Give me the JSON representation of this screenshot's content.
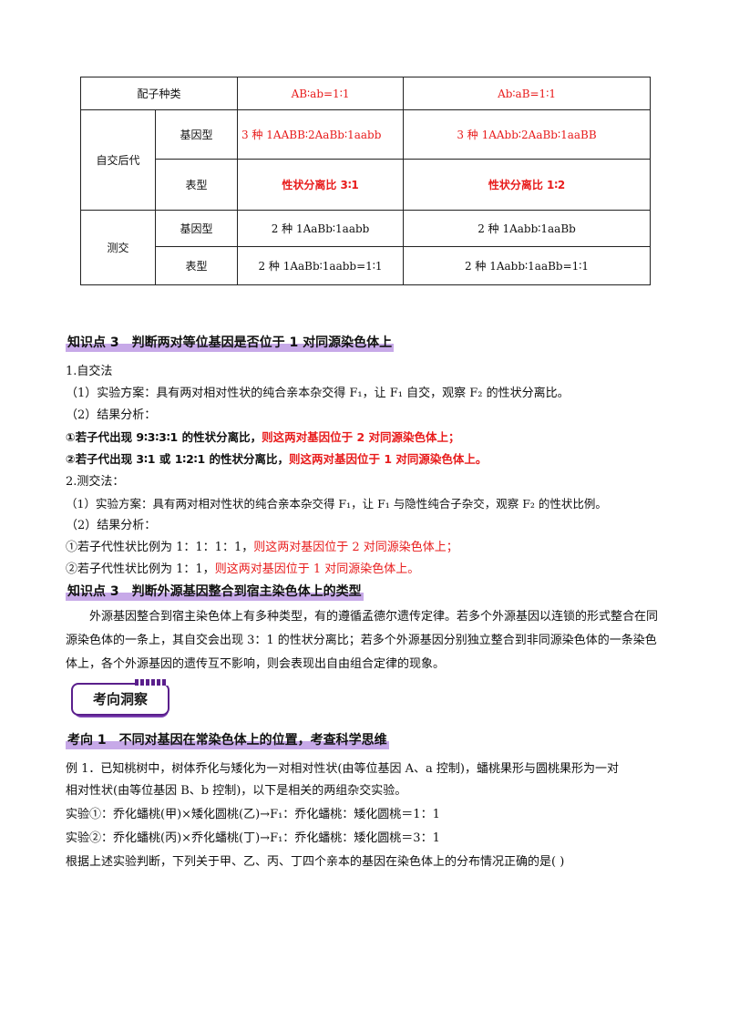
{
  "table": {
    "header": {
      "label": "配子种类",
      "col1": "AB∶ab=1∶1",
      "col2": "Ab∶aB=1∶1"
    },
    "group1": {
      "label": "自交后代",
      "rows": [
        {
          "label": "基因型",
          "col1": "3 种  1AABB∶2AaBb∶1aabb",
          "col2": "3 种  1AAbb∶2AaBb∶1aaBB"
        },
        {
          "label": "表型",
          "col1": "性状分离比 3∶1",
          "col2": "性状分离比 1∶2"
        }
      ]
    },
    "group2": {
      "label": "测交",
      "rows": [
        {
          "label": "基因型",
          "col1": "2 种    1AaBb∶1aabb",
          "col2": "2 种  1Aabb∶1aaBb"
        },
        {
          "label": "表型",
          "col1": "2 种  1AaBb∶1aabb=1∶1",
          "col2": "2 种  1Aabb∶1aaBb=1∶1"
        }
      ]
    }
  },
  "section3": {
    "num": "知识点 3",
    "title": "判断两对等位基因是否位于 1 对同源染色体上",
    "m1_title": "1.自交法",
    "m1_plan": "（1）实验方案：具有两对相对性状的纯合亲本杂交得 F₁，让 F₁ 自交，观察 F₂ 的性状分离比。",
    "m1_analysis": "（2）结果分析：",
    "m1_r1_black": "①若子代出现 9∶3∶3∶1 的性状分离比，",
    "m1_r1_red": "则这两对基因位于 2 对同源染色体上；",
    "m1_r2_black": "②若子代出现 3∶1 或 1∶2∶1 的性状分离比，",
    "m1_r2_red": "则这两对基因位于 1 对同源染色体上。",
    "m2_title": "2.测交法：",
    "m2_plan": "（1）实验方案：具有两对相对性状的纯合亲本杂交得 F₁，让 F₁ 与隐性纯合子杂交，观察 F₂ 的性状比例。",
    "m2_analysis": "（2）结果分析：",
    "m2_r1_black": "①若子代性状比例为 1：1：1：1，",
    "m2_r1_red": "则这两对基因位于 2 对同源染色体上；",
    "m2_r2_black": "②若子代性状比例为 1：1，",
    "m2_r2_red": "则这两对基因位于 1 对同源染色体上。"
  },
  "section3b": {
    "num": "知识点 3",
    "title": "判断外源基因整合到宿主染色体上的类型",
    "para": "外源基因整合到宿主染色体上有多种类型，有的遵循孟德尔遗传定律。若多个外源基因以连锁的形式整合在同源染色体的一条上，其自交会出现 3：1 的性状分离比；若多个外源基因分别独立整合到非同源染色体的一条染色体上，各个外源基因的遗传互不影响，则会表现出自由组合定律的现象。"
  },
  "badge": {
    "label": "考向洞察"
  },
  "direction1": {
    "num": "考向 1",
    "title": "不同对基因在常染色体上的位置，考查科学思维"
  },
  "example": {
    "line1": "例 1．已知桃树中，树体乔化与矮化为一对相对性状(由等位基因 A、a 控制)，蟠桃果形与圆桃果形为一对",
    "line2": "相对性状(由等位基因 B、b 控制)，以下是相关的两组杂交实验。",
    "exp1": "实验①：乔化蟠桃(甲)×矮化圆桃(乙)→F₁：乔化蟠桃：矮化圆桃＝1：1",
    "exp2": "实验②：乔化蟠桃(丙)×乔化蟠桃(丁)→F₁：乔化蟠桃：矮化圆桃＝3：1",
    "question": "根据上述实验判断，下列关于甲、乙、丙、丁四个亲本的基因在染色体上的分布情况正确的是(      )"
  },
  "colors": {
    "red": "#e81c1c",
    "highlight": "#c7a9e8",
    "badge": "#5a1f8c"
  }
}
